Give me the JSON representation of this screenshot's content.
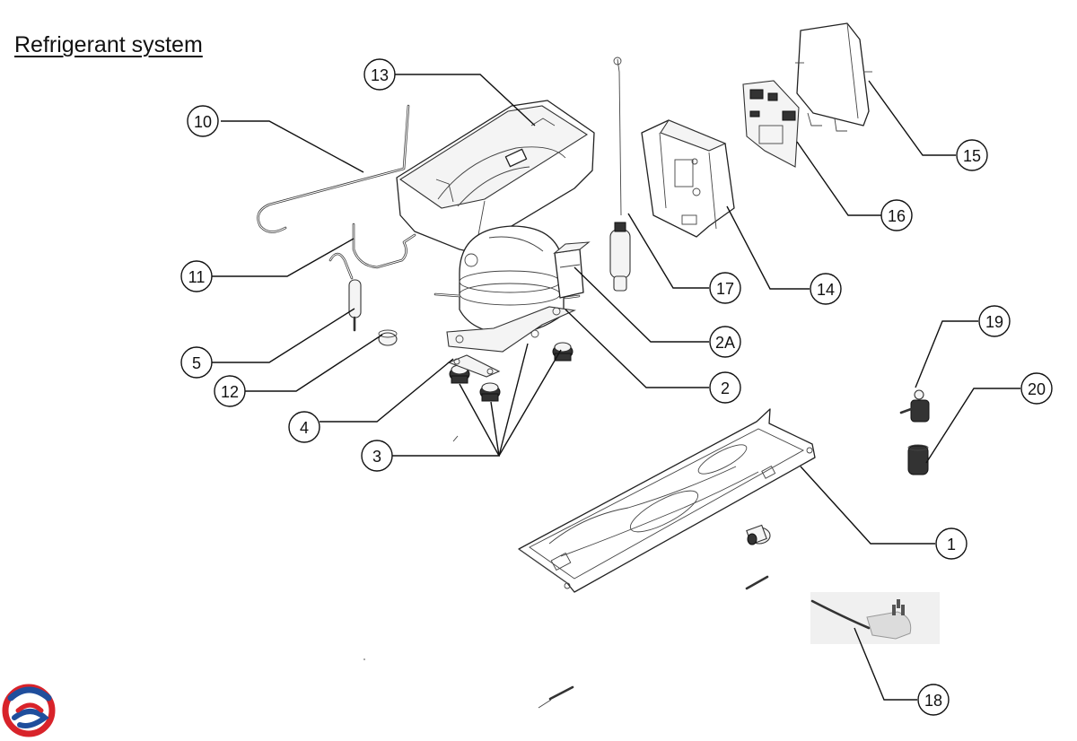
{
  "title": "Refrigerant system",
  "callouts": [
    {
      "id": "c1",
      "label": "1"
    },
    {
      "id": "c2",
      "label": "2"
    },
    {
      "id": "c2a",
      "label": "2A"
    },
    {
      "id": "c3",
      "label": "3"
    },
    {
      "id": "c4",
      "label": "4"
    },
    {
      "id": "c5",
      "label": "5"
    },
    {
      "id": "c10",
      "label": "10"
    },
    {
      "id": "c11",
      "label": "11"
    },
    {
      "id": "c12",
      "label": "12"
    },
    {
      "id": "c13",
      "label": "13"
    },
    {
      "id": "c14",
      "label": "14"
    },
    {
      "id": "c15",
      "label": "15"
    },
    {
      "id": "c16",
      "label": "16"
    },
    {
      "id": "c17",
      "label": "17"
    },
    {
      "id": "c18",
      "label": "18"
    },
    {
      "id": "c19",
      "label": "19"
    },
    {
      "id": "c20",
      "label": "20"
    }
  ],
  "logo": {
    "icon": "brand-logo-icon",
    "colors": [
      "#d8232a",
      "#1f4e9c"
    ]
  }
}
